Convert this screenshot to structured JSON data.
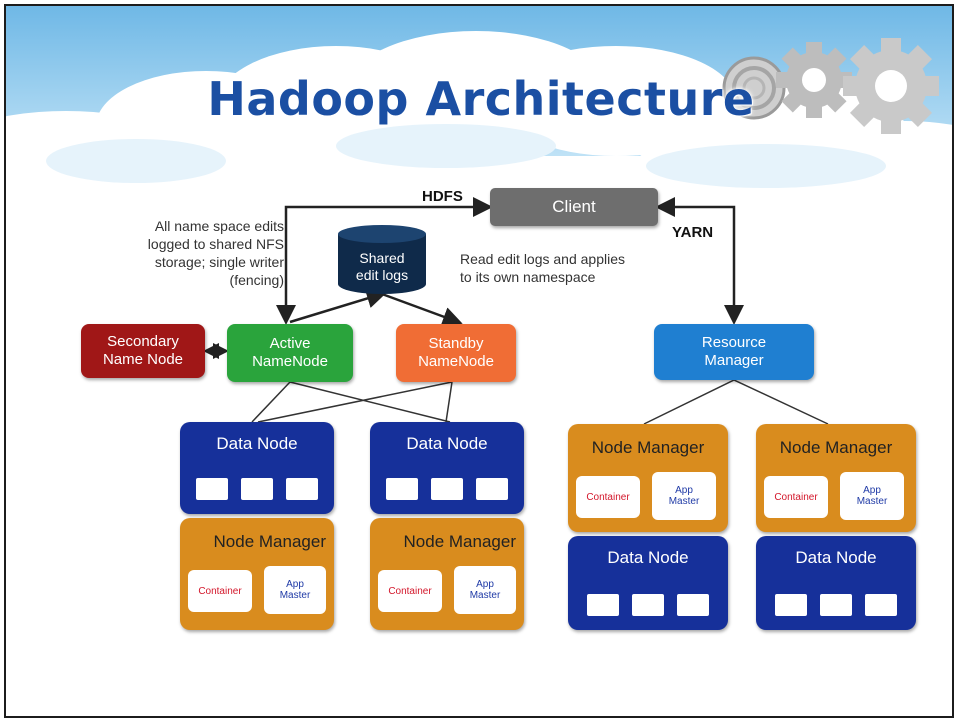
{
  "slide": {
    "title": "Hadoop Architecture"
  },
  "diagram": {
    "client": "Client",
    "hdfs_label": "HDFS",
    "yarn_label": "YARN",
    "shared_edit_logs": [
      "Shared",
      "edit logs"
    ],
    "left_note": [
      "All name space edits",
      "logged to shared NFS",
      "storage; single writer",
      "(fencing)"
    ],
    "middle_note": [
      "Read edit logs and applies",
      "to its own namespace"
    ],
    "secondary_name_node": [
      "Secondary",
      "Name Node"
    ],
    "active_namenode": [
      "Active",
      "NameNode"
    ],
    "standby_namenode": [
      "Standby",
      "NameNode"
    ],
    "resource_manager": [
      "Resource",
      "Manager"
    ],
    "data_node": "Data Node",
    "node_manager": "Node Manager",
    "container": "Container",
    "app_master": [
      "App",
      "Master"
    ]
  },
  "colors": {
    "title": "#1b4fa3",
    "client": "#6e6e6e",
    "secondary": "#a01717",
    "active": "#2aa43c",
    "standby": "#f06d35",
    "resource_manager": "#1f7fd1",
    "data_node": "#16309a",
    "node_manager": "#d98c1e",
    "shared_logs": "#0f2a4a"
  },
  "icons": [
    "cloud-background",
    "gear-icon"
  ]
}
